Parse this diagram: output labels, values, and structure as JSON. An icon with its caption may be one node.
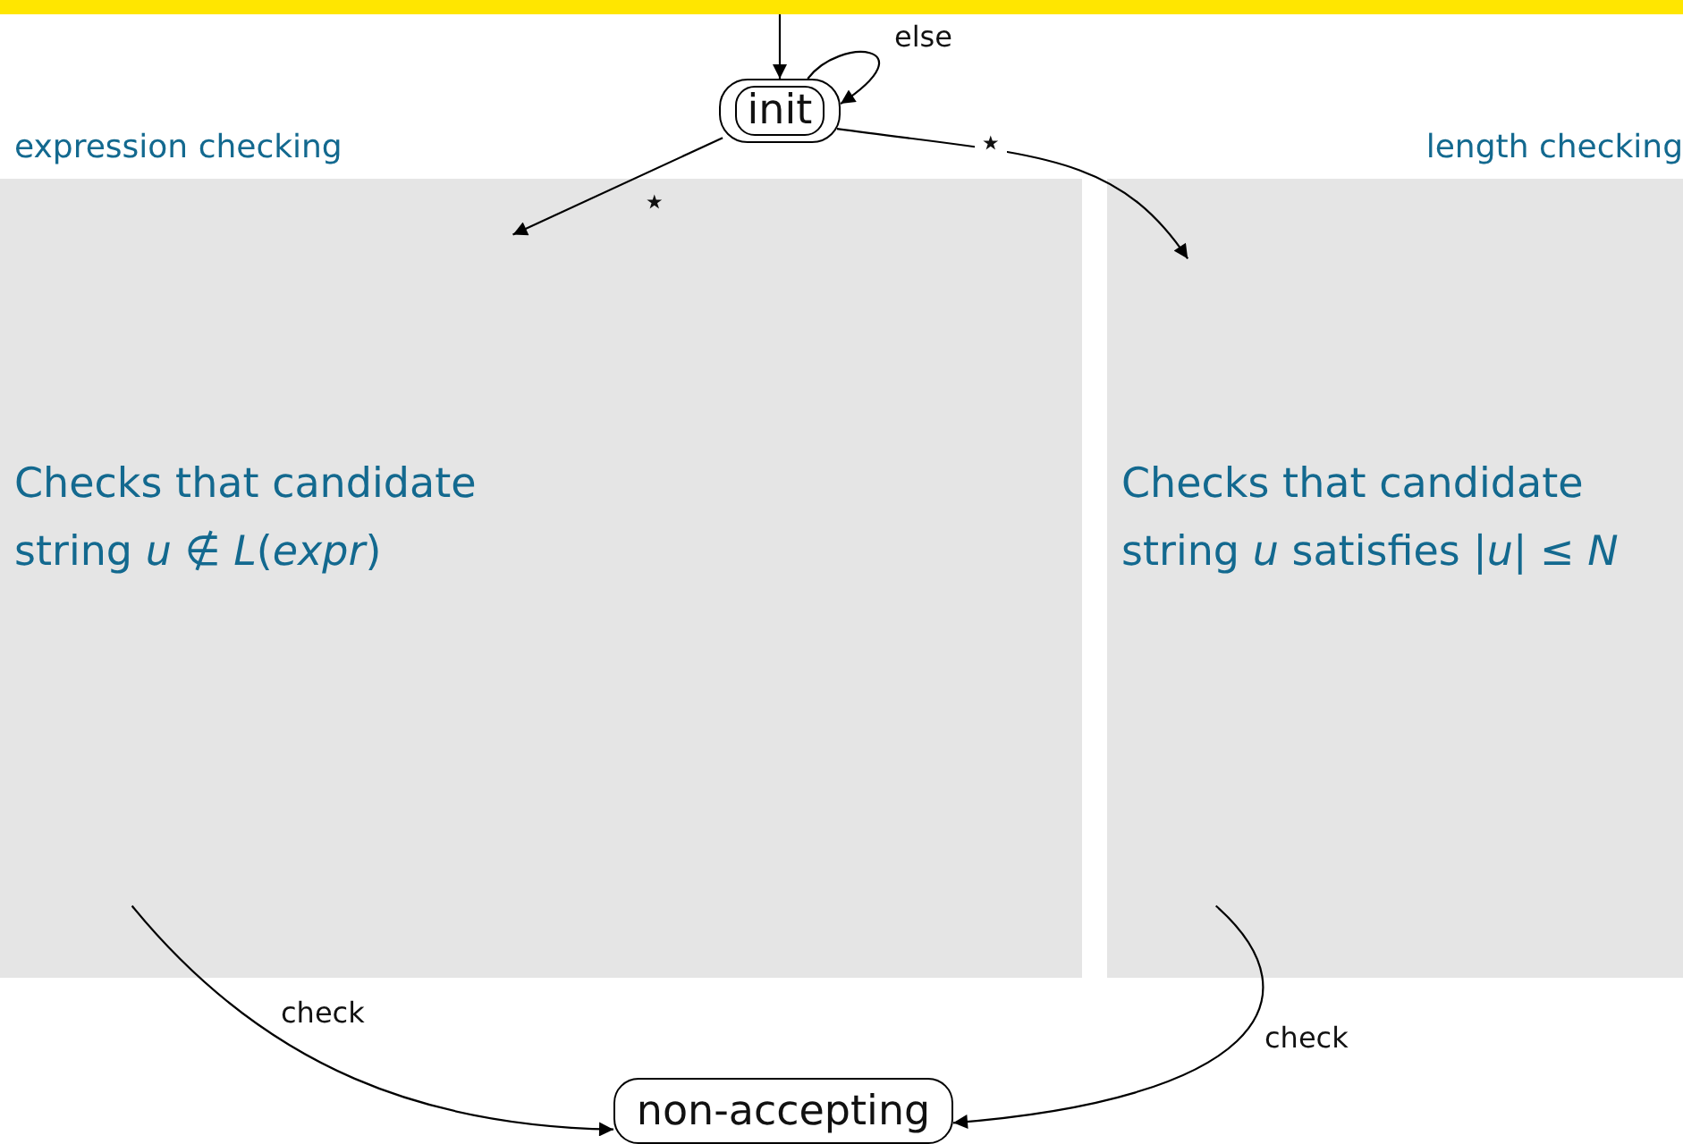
{
  "diagram": {
    "nodes": [
      {
        "text": [
          "init"
        ]
      },
      {
        "text": [
          "expression checking",
          "Checks that candidate string *u* ∉ *L*(*expr*)"
        ]
      },
      {
        "text": [
          "length checking",
          "Checks that candidate string *u* satisfies |*u*| ≤ *N*"
        ]
      },
      {
        "text": [
          "non-accepting"
        ]
      }
    ],
    "edges": [
      {
        "from": null,
        "to": 0,
        "arrow": "to"
      },
      {
        "from": 0,
        "to": 0,
        "arrow": "to",
        "label": "else"
      },
      {
        "from": 0,
        "to": 1,
        "arrow": "to",
        "label": "⋆"
      },
      {
        "from": 0,
        "to": 2,
        "arrow": "to",
        "label": "⋆"
      },
      {
        "from": 1,
        "to": 3,
        "arrow": "to",
        "label": "check"
      },
      {
        "from": 2,
        "to": 3,
        "arrow": "to",
        "label": "check"
      }
    ]
  }
}
